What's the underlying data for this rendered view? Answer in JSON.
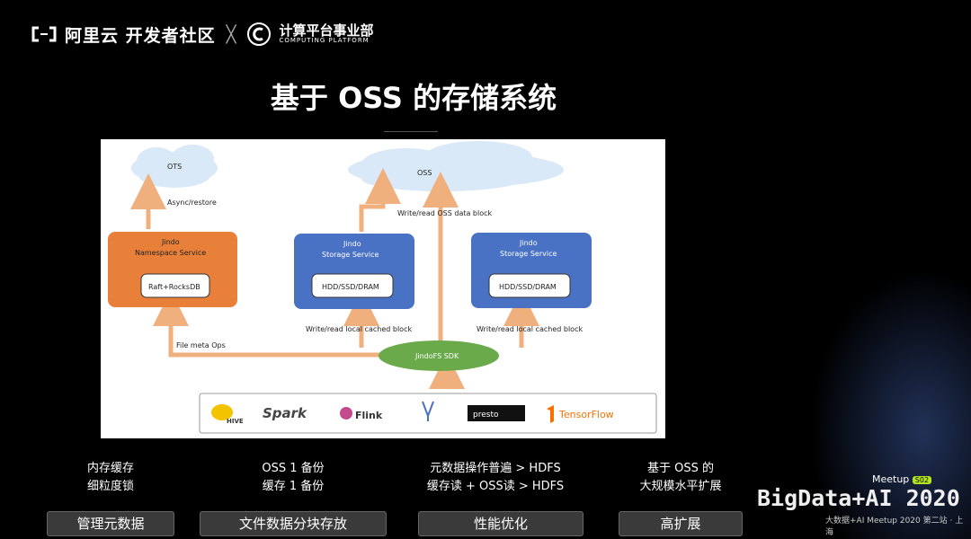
{
  "header": {
    "brand_main": "阿里云 开发者社区",
    "separator": "╳",
    "partner_cn": "计算平台事业部",
    "partner_en": "COMPUTING PLATFORM"
  },
  "title": "基于 OSS 的存储系统",
  "diagram": {
    "ots": "OTS",
    "oss": "OSS",
    "async_restore": "Async/restore",
    "write_read_oss": "Write/read OSS data block",
    "ns_title1": "Jindo",
    "ns_title2": "Namespace Service",
    "ns_db": "Raft+RocksDB",
    "ss1_title1": "Jindo",
    "ss1_title2": "Storage Service",
    "ss1_db": "HDD/SSD/DRAM",
    "ss2_title1": "Jindo",
    "ss2_title2": "Storage Service",
    "ss2_db": "HDD/SSD/DRAM",
    "wr_local_1": "Write/read local cached block",
    "wr_local_2": "Write/read local cached block",
    "file_meta": "File meta Ops",
    "sdk": "JindoFS SDK",
    "apps": [
      "HIVE",
      "Spark",
      "Flink",
      "presto",
      "TensorFlow"
    ]
  },
  "columns": [
    {
      "lines": [
        "内存缓存",
        "细粒度锁"
      ],
      "button": "管理元数据"
    },
    {
      "lines": [
        "OSS 1 备份",
        "缓存 1 备份"
      ],
      "button": "文件数据分块存放"
    },
    {
      "lines": [
        "元数据操作普遍 > HDFS",
        "缓存读 + OSS读 > HDFS"
      ],
      "button": "性能优化"
    },
    {
      "lines": [
        "基于 OSS 的",
        "大规模水平扩展"
      ],
      "button": "高扩展"
    }
  ],
  "event": {
    "meetup": "Meetup",
    "badge": "S02",
    "name": "BigData+AI 2020",
    "sub": "大数据+AI Meetup 2020 第二站 · 上海"
  },
  "colors": {
    "orange": "#e8803a",
    "blue": "#4a72c4",
    "green": "#6aaa4a",
    "arrow": "#f0b07e"
  }
}
